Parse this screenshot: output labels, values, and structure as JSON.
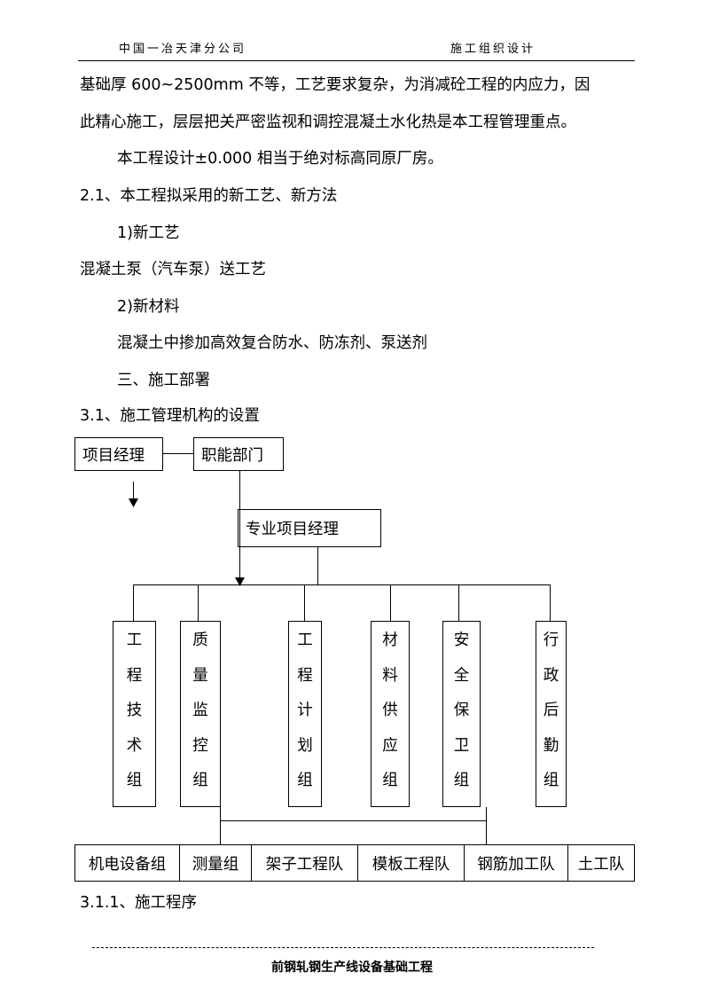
{
  "header": {
    "left": "中国一冶天津分公司",
    "right": "施工组织设计"
  },
  "body": {
    "line1": "基础厚 600~2500mm 不等，工艺要求复杂，为消减砼工程的内应力，因",
    "line2": "此精心施工，层层把关严密监视和调控混凝土水化热是本工程管理重点。",
    "line3": "本工程设计±0.000 相当于绝对标高同原厂房。",
    "sec21": "2.1、本工程拟采用的新工艺、新方法",
    "item1": "1)新工艺",
    "item1_text": "混凝土泵（汽车泵）送工艺",
    "item2": "2)新材料",
    "item2_text": "混凝土中掺加高效复合防水、防冻剂、泵送剂",
    "sec3": "三、施工部署",
    "sec31": "3.1、施工管理机构的设置",
    "sec311": "3.1.1、施工程序"
  },
  "org": {
    "manager": "项目经理",
    "dept": "职能部门",
    "specialist": "专业项目经理",
    "groups": [
      [
        "工",
        "程",
        "技",
        "术",
        "组"
      ],
      [
        "质",
        "量",
        "监",
        "控",
        "组"
      ],
      [
        "工",
        "程",
        "计",
        "划",
        "组"
      ],
      [
        "材",
        "料",
        "供",
        "应",
        "组"
      ],
      [
        "安",
        "全",
        "保",
        "卫",
        "组"
      ],
      [
        "行",
        "政",
        "后",
        "勤",
        "组"
      ]
    ],
    "teams": [
      "机电设备组",
      "测量组",
      "架子工程队",
      "模板工程队",
      "钢筋加工队",
      "土工队"
    ]
  },
  "footer": {
    "title": "前钢轧钢生产线设备基础工程"
  }
}
